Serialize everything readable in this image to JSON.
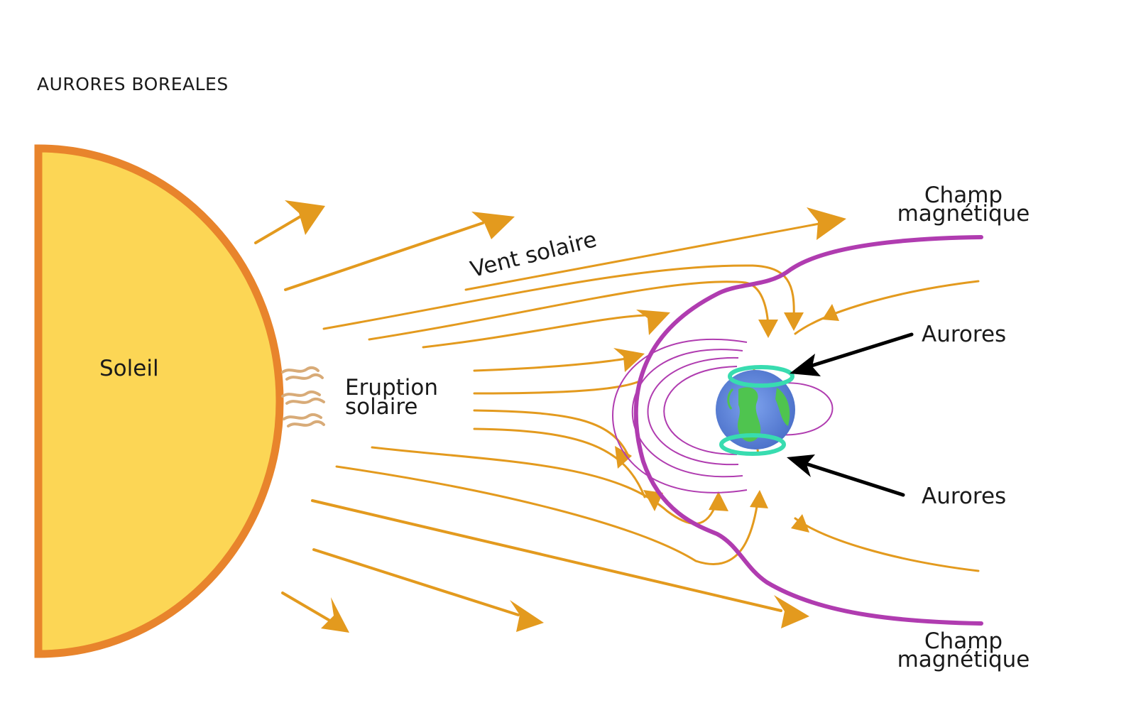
{
  "title": "AURORES BOREALES",
  "labels": {
    "sun": "Soleil",
    "eruption_line1": "Eruption",
    "eruption_line2": "solaire",
    "solar_wind": "Vent solaire",
    "field_top_line1": "Champ",
    "field_top_line2": "magnétique",
    "field_bottom_line1": "Champ",
    "field_bottom_line2": "magnétique",
    "aurora_top": "Aurores",
    "aurora_bottom": "Aurores"
  },
  "colors": {
    "sun_fill": "#fcd655",
    "sun_rim": "#e8842c",
    "wind": "#e39a1e",
    "field": "#b03cb0",
    "aurora": "#38dcb0",
    "earth_ocean": "#5b84d8",
    "earth_land": "#4fc44f",
    "pointer": "#000000",
    "eruption": "#d8ab78"
  }
}
